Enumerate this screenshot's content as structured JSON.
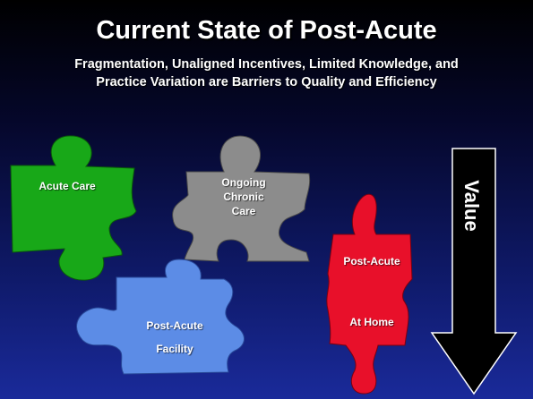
{
  "slide": {
    "title": "Current State of Post-Acute",
    "subtitle_line1": "Fragmentation, Unaligned Incentives, Limited Knowledge, and",
    "subtitle_line2": "Practice Variation are Barriers to  Quality and Efficiency"
  },
  "pieces": {
    "acute_care": {
      "label": "Acute Care",
      "color": "#18a818"
    },
    "chronic_care": {
      "line1": "Ongoing",
      "line2": "Chronic",
      "line3": "Care",
      "color": "#8c8c8c"
    },
    "post_acute_facility": {
      "line1": "Post-Acute",
      "line2": "Facility",
      "color": "#5c8ce6"
    },
    "post_acute_home": {
      "line1": "Post-Acute",
      "line2": "At Home",
      "color": "#e8102a"
    }
  },
  "value_arrow": {
    "label": "Value",
    "color": "#000000"
  }
}
